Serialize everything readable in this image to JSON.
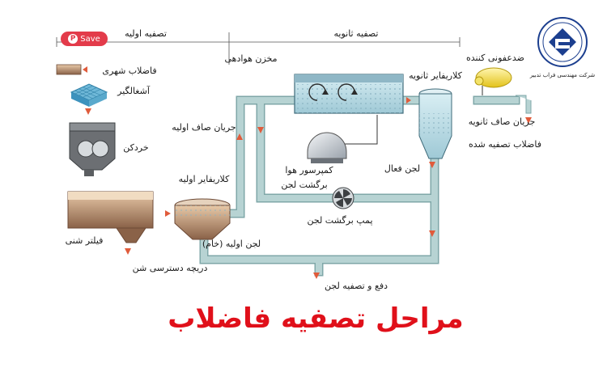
{
  "header": {
    "primary_treatment": "تصفیه اولیه",
    "secondary_treatment": "تصفیه ثانویه"
  },
  "save_button": {
    "label": "Save",
    "icon": "pinterest-icon"
  },
  "labels": {
    "municipal_wastewater": "فاضلاب شهری",
    "screening": "آشغالگیر",
    "grinder": "خردکن",
    "grit_chamber": "فیلتر شنی",
    "grit_hatch": "دریچه دسترسی شن",
    "primary_clarifier": "کلاریفایر اولیه",
    "primary_effluent_flow": "جریان صاف اولیه",
    "primary_sludge": "لجن اولیه (خام)",
    "aeration_tank": "مخزن هوادهی",
    "air_compressor": "کمپرسور هوا",
    "return_sludge": "برگشت لجن",
    "return_sludge_pump": "پمپ برگشت لجن",
    "secondary_clarifier": "کلاریفایر ثانویه",
    "activated_sludge": "لجن فعال",
    "secondary_effluent_flow": "جریان صاف ثانویه",
    "disinfection": "ضدعفونی کننده",
    "treated_wastewater": "فاضلاب تصفیه شده",
    "sludge_disposal": "دفع و تصفیه لجن"
  },
  "logo": {
    "company": "شرکت مهندسی فراب تدبیر"
  },
  "title": "مراحل تصفیه فاضلاب",
  "colors": {
    "pipe": "#b7d3d3",
    "pipe_edge": "#7fa7a8",
    "title": "#e0101a",
    "brown": "#8a6248",
    "water": "#c9e8ef"
  }
}
